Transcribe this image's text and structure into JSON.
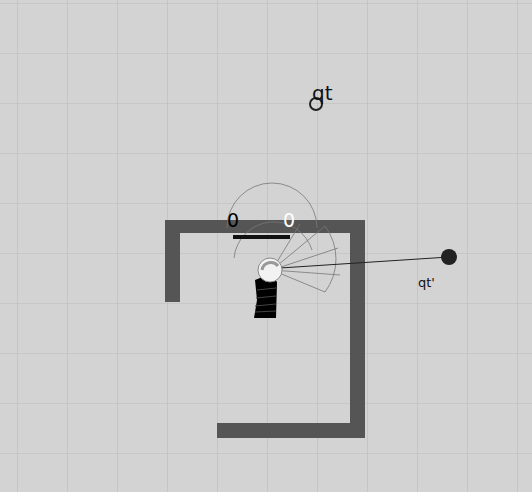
{
  "diagram": {
    "labels": [
      "qt",
      "0",
      "0",
      "qt'"
    ]
  }
}
